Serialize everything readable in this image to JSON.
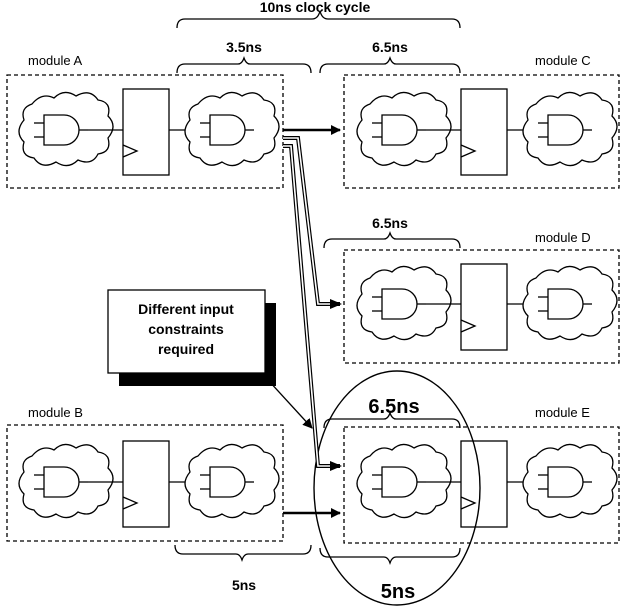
{
  "timing": {
    "clock_cycle": "10ns clock cycle",
    "a_delay": "3.5ns",
    "c_delay": "6.5ns",
    "d_delay": "6.5ns",
    "e_delay_large": "6.5ns",
    "b_delay": "5ns",
    "e_delay_bottom": "5ns"
  },
  "modules": {
    "a": "module A",
    "b": "module B",
    "c": "module C",
    "d": "module D",
    "e": "module E"
  },
  "callout": {
    "line1": "Different input",
    "line2": "constraints",
    "line3": "required"
  }
}
